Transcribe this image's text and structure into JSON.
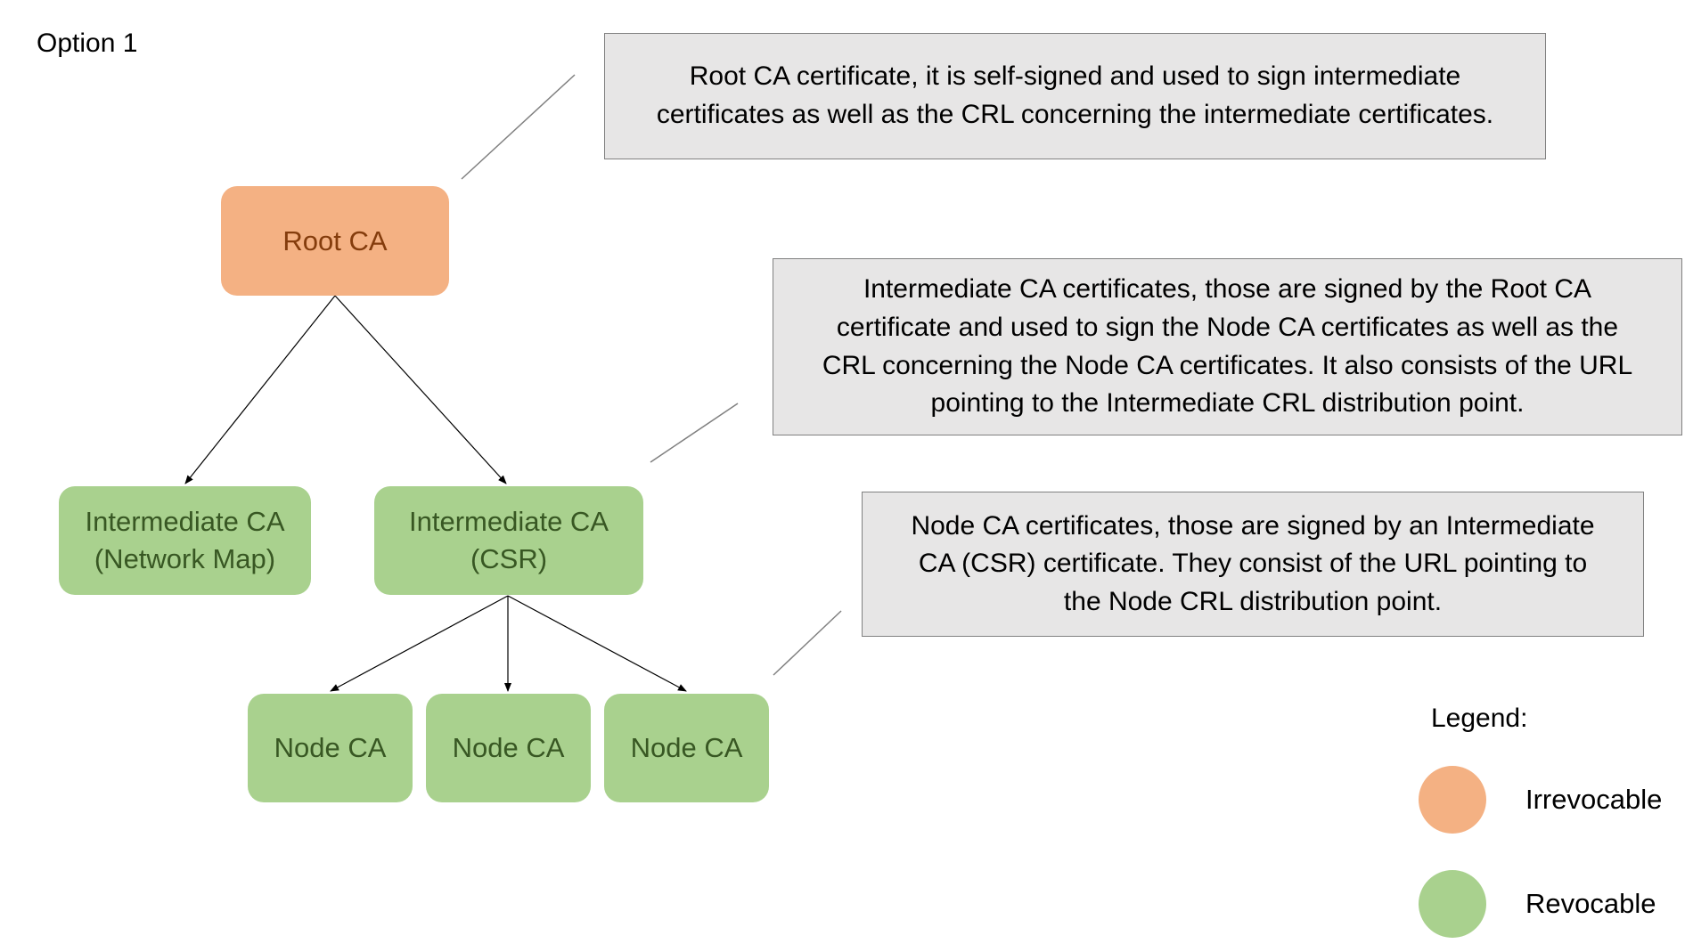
{
  "title": "Option 1",
  "colors": {
    "irrevocable_fill": "#f4b183",
    "irrevocable_text": "#843c0c",
    "revocable_fill": "#a9d18e",
    "revocable_text": "#385723",
    "note_fill": "#e7e6e6",
    "note_border": "#808080"
  },
  "nodes": {
    "root": "Root CA",
    "intermediate_network_map": [
      "Intermediate CA",
      "(Network Map)"
    ],
    "intermediate_csr": [
      "Intermediate CA",
      "(CSR)"
    ],
    "node_cas": [
      "Node CA",
      "Node CA",
      "Node CA"
    ]
  },
  "edges": [
    {
      "from": "Root CA",
      "to": "Intermediate CA (Network Map)"
    },
    {
      "from": "Root CA",
      "to": "Intermediate CA (CSR)"
    },
    {
      "from": "Intermediate CA (CSR)",
      "to": "Node CA 1"
    },
    {
      "from": "Intermediate CA (CSR)",
      "to": "Node CA 2"
    },
    {
      "from": "Intermediate CA (CSR)",
      "to": "Node CA 3"
    }
  ],
  "notes": {
    "root": [
      "Root CA certificate, it is self-signed and used to sign intermediate",
      "certificates as well as the CRL concerning the intermediate certificates."
    ],
    "intermediate": [
      "Intermediate CA certificates, those are signed by the Root CA",
      "certificate and used to sign the Node CA certificates as well as the",
      "CRL concerning the Node CA certificates. It also consists of the URL",
      "pointing to the Intermediate CRL distribution point."
    ],
    "node": [
      "Node CA certificates, those are signed by an Intermediate",
      "CA (CSR) certificate. They consist of the URL pointing to",
      "the Node CRL distribution point."
    ]
  },
  "legend": {
    "title": "Legend:",
    "items": [
      {
        "label": "Irrevocable",
        "color": "#f4b183"
      },
      {
        "label": "Revocable",
        "color": "#a9d18e"
      }
    ]
  }
}
